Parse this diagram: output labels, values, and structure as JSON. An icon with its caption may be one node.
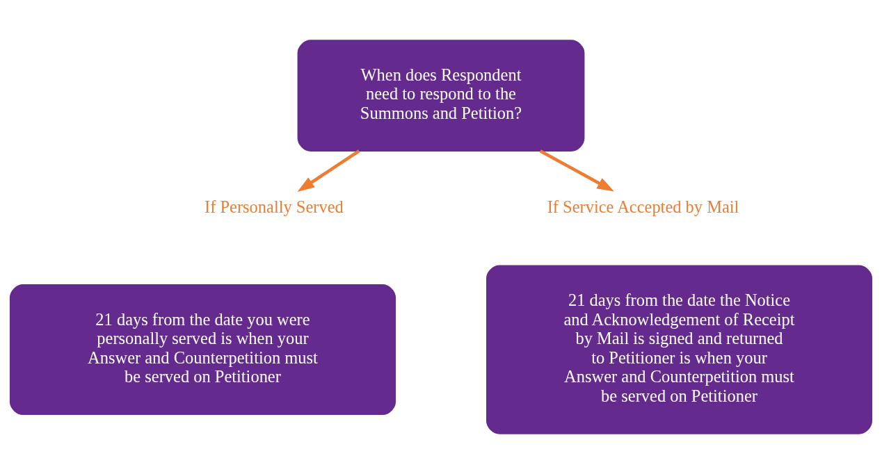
{
  "diagram": {
    "nodes": [
      {
        "text": [
          "When does Respondent need to respond to the Summons and Petition?"
        ]
      },
      {
        "text": [
          "If Personally Served"
        ]
      },
      {
        "text": [
          "If Service Accepted by Mail"
        ]
      },
      {
        "text": [
          "21 days from the date you were personally served is when your Answer and Counterpetition must be served on Petitioner"
        ]
      },
      {
        "text": [
          "21 days from the date the Notice and Acknowledgement of Receipt by Mail is signed and returned to Petitioner is when your Answer and Counterpetition must be served on Petitioner"
        ]
      }
    ],
    "edges": [
      {
        "from": 0,
        "to": 1,
        "arrow": "to"
      },
      {
        "from": 0,
        "to": 2,
        "arrow": "to"
      }
    ]
  }
}
